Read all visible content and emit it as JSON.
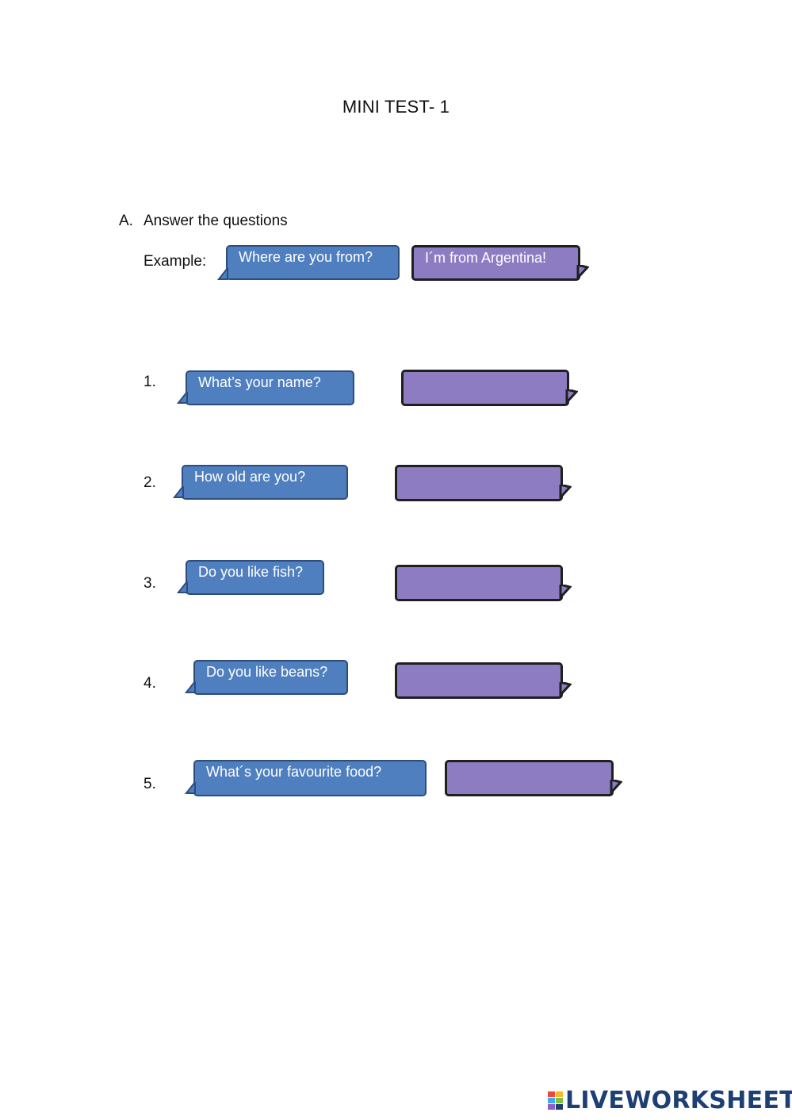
{
  "title": "MINI TEST- 1",
  "section": {
    "letter": "A.",
    "instruction": "Answer the questions"
  },
  "example": {
    "label": "Example:",
    "question": "Where are you from?",
    "answer": "I´m from Argentina!"
  },
  "items": [
    {
      "number": "1.",
      "question": "What’s your name?",
      "answer": ""
    },
    {
      "number": "2.",
      "question": "How old are you?",
      "answer": ""
    },
    {
      "number": "3.",
      "question": "Do you like fish?",
      "answer": ""
    },
    {
      "number": "4.",
      "question": "Do you like beans?",
      "answer": ""
    },
    {
      "number": "5.",
      "question": "What´s your favourite food?",
      "answer": ""
    }
  ],
  "colors": {
    "question_bubble": "#4f7fbf",
    "answer_bubble": "#8e7cc3",
    "logo_text": "#1d3f73"
  },
  "footer": {
    "logo_text": "LIVEWORKSHEETS",
    "logo_icon": "liveworksheets-logo-icon"
  }
}
